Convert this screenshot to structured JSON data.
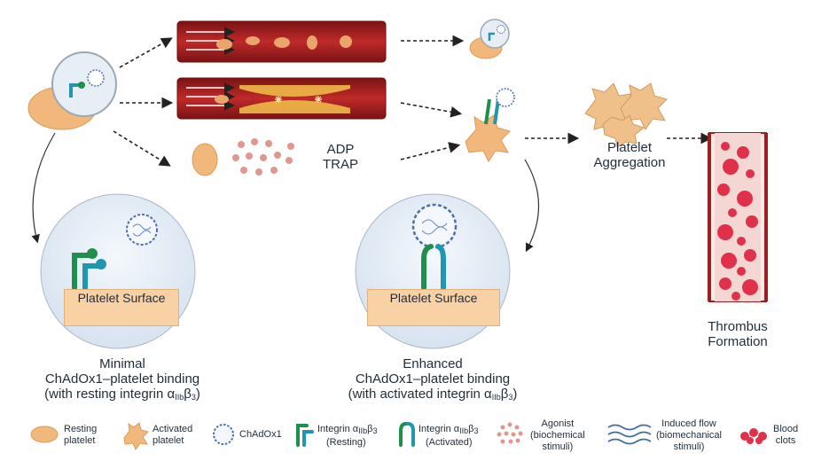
{
  "labels": {
    "agonists_1": "ADP",
    "agonists_2": "TRAP",
    "aggregation_1": "Platelet",
    "aggregation_2": "Aggregation",
    "thrombus_1": "Thrombus",
    "thrombus_2": "Formation",
    "surface_1": "Platelet",
    "surface_2": "Surface",
    "minimal_1": "Minimal",
    "minimal_2": "ChAdOx1–platelet binding",
    "minimal_3_pre": "(with resting integrin α",
    "enhanced_1": "Enhanced",
    "enhanced_2": "ChAdOx1–platelet binding",
    "enhanced_3_pre": "(with activated integrin α",
    "iib": "IIb",
    "beta": "β",
    "three": "3",
    "close_paren": ")"
  },
  "legend": {
    "resting_1": "Resting",
    "resting_2": "platelet",
    "activated_1": "Activated",
    "activated_2": "platelet",
    "chadox": "ChAdOx1",
    "integrin_pre": "Integrin α",
    "integrin_resting": "(Resting)",
    "integrin_activated": "(Activated)",
    "agonist_1": "Agonist",
    "agonist_2": "(biochemical",
    "agonist_3": "stimuli)",
    "flow_1": "Induced flow",
    "flow_2": "(biomechanical",
    "flow_3": "stimuli)",
    "clots_1": "Blood",
    "clots_2": "clots"
  },
  "colors": {
    "platelet_fill": "#f2b77a",
    "vessel_wall": "#8e1b1b",
    "blood": "#b32424",
    "virus": "#4f6fa8",
    "integrin_green": "#1f8f4e",
    "integrin_teal": "#1f97b0",
    "clot": "#e0304a",
    "circle_fill": "#e6eef7"
  }
}
